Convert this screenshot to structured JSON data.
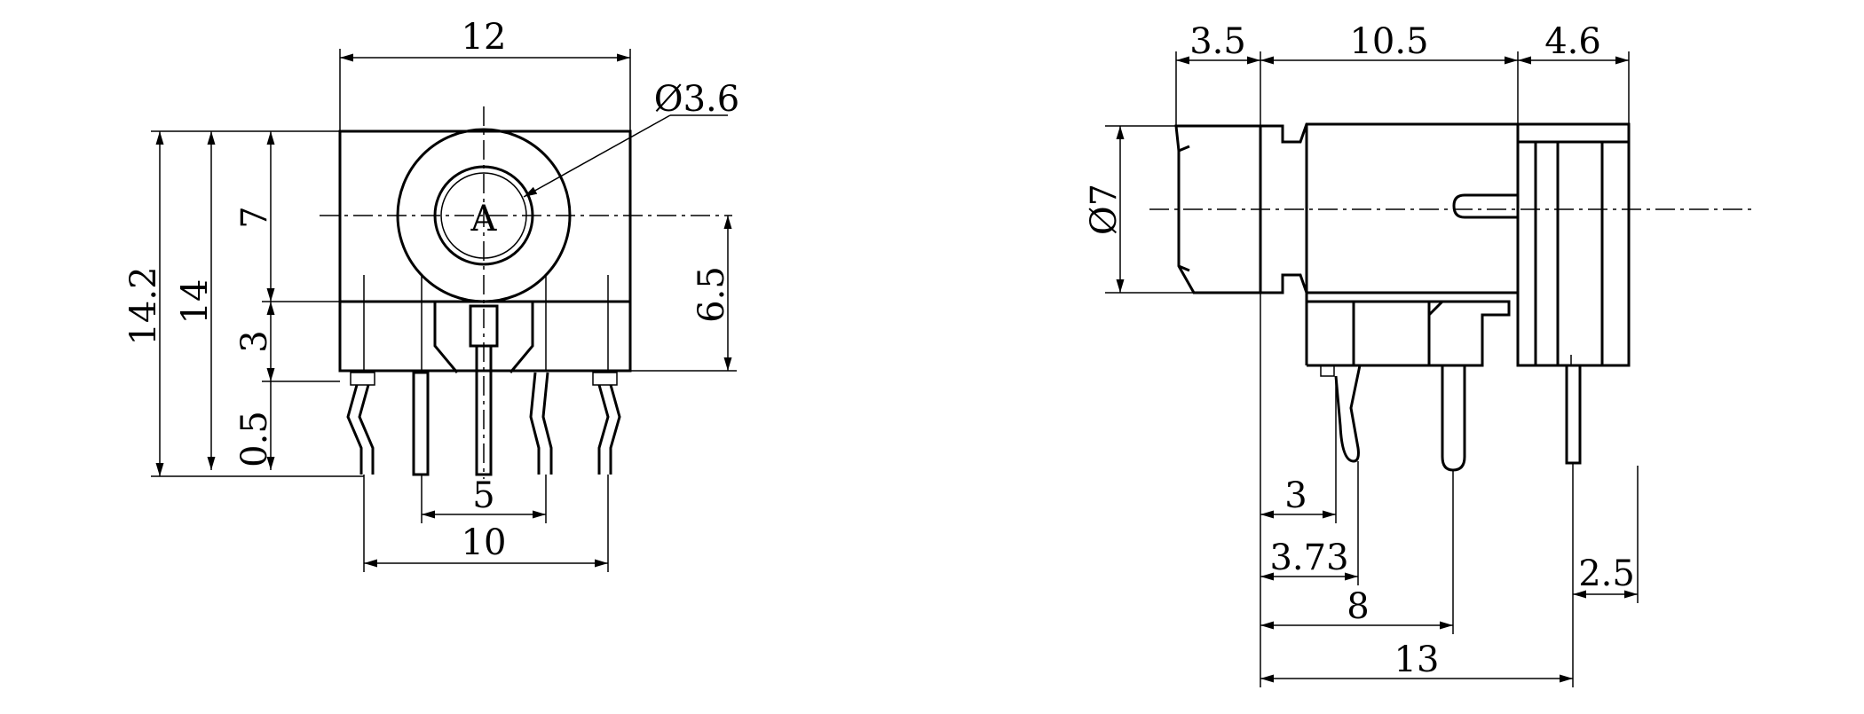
{
  "drawing": {
    "front_view": {
      "label_a": "A",
      "dims": {
        "width_top": "12",
        "height_total": "14.2",
        "height_body": "14",
        "upper_height": "7",
        "lower_height": "3",
        "pin_offset": "0.5",
        "center_height": "6.5",
        "hole_diameter": "Ø3.6",
        "pin_pitch_inner": "5",
        "pin_pitch_outer": "10"
      }
    },
    "side_view": {
      "dims": {
        "nose_length": "3.5",
        "body_length": "10.5",
        "rear_length": "4.6",
        "nose_diameter": "Ø7",
        "pin1": "3",
        "pin2": "3.73",
        "pin3": "8",
        "pin4": "13",
        "rear_pin": "2.5"
      }
    }
  }
}
